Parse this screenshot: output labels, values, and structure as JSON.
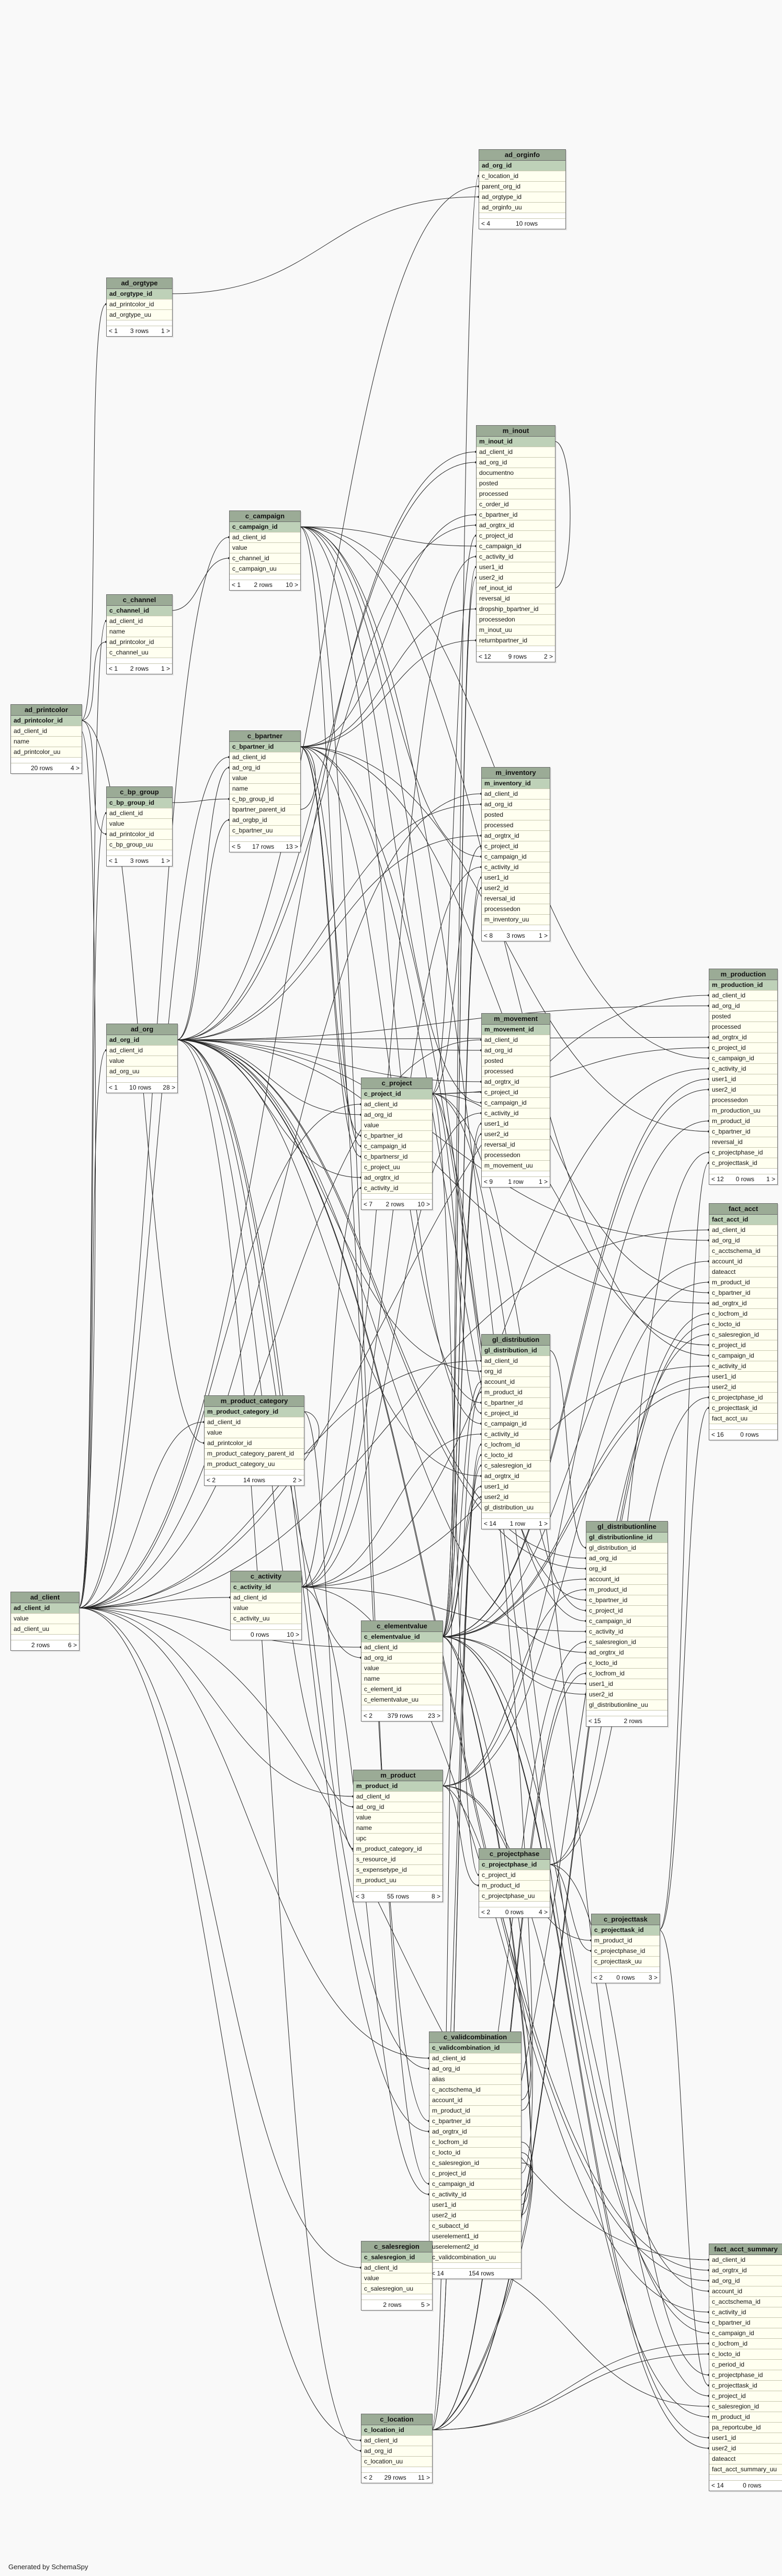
{
  "diagram": {
    "generator_note": "Generated by SchemaSpy",
    "tables": [
      {
        "name": "ad_orginfo",
        "pk": [
          "ad_org_id"
        ],
        "cols": [
          "c_location_id",
          "parent_org_id",
          "ad_orgtype_id",
          "ad_orginfo_uu"
        ],
        "footer": [
          "< 4",
          "10 rows",
          ""
        ]
      },
      {
        "name": "ad_orgtype",
        "pk": [
          "ad_orgtype_id"
        ],
        "cols": [
          "ad_printcolor_id",
          "ad_orgtype_uu"
        ],
        "footer": [
          "< 1",
          "3 rows",
          "1 >"
        ]
      },
      {
        "name": "c_campaign",
        "pk": [
          "c_campaign_id"
        ],
        "cols": [
          "ad_client_id",
          "value",
          "c_channel_id",
          "c_campaign_uu"
        ],
        "footer": [
          "< 1",
          "2 rows",
          "10 >"
        ]
      },
      {
        "name": "c_channel",
        "pk": [
          "c_channel_id"
        ],
        "cols": [
          "ad_client_id",
          "name",
          "ad_printcolor_id",
          "c_channel_uu"
        ],
        "footer": [
          "< 1",
          "2 rows",
          "1 >"
        ]
      },
      {
        "name": "ad_printcolor",
        "pk": [
          "ad_printcolor_id"
        ],
        "cols": [
          "ad_client_id",
          "name",
          "ad_printcolor_uu"
        ],
        "footer": [
          "",
          "20 rows",
          "4 >"
        ]
      },
      {
        "name": "c_bpartner",
        "pk": [
          "c_bpartner_id"
        ],
        "cols": [
          "ad_client_id",
          "ad_org_id",
          "value",
          "name",
          "c_bp_group_id",
          "bpartner_parent_id",
          "ad_orgbp_id",
          "c_bpartner_uu"
        ],
        "footer": [
          "< 5",
          "17 rows",
          "13 >"
        ]
      },
      {
        "name": "c_bp_group",
        "pk": [
          "c_bp_group_id"
        ],
        "cols": [
          "ad_client_id",
          "value",
          "ad_printcolor_id",
          "c_bp_group_uu"
        ],
        "footer": [
          "< 1",
          "3 rows",
          "1 >"
        ]
      },
      {
        "name": "m_inout",
        "pk": [
          "m_inout_id"
        ],
        "cols": [
          "ad_client_id",
          "ad_org_id",
          "documentno",
          "posted",
          "processed",
          "c_order_id",
          "c_bpartner_id",
          "ad_orgtrx_id",
          "c_project_id",
          "c_campaign_id",
          "c_activity_id",
          "user1_id",
          "user2_id",
          "ref_inout_id",
          "reversal_id",
          "dropship_bpartner_id",
          "processedon",
          "m_inout_uu",
          "returnbpartner_id"
        ],
        "footer": [
          "< 12",
          "9 rows",
          "2 >"
        ]
      },
      {
        "name": "m_inventory",
        "pk": [
          "m_inventory_id"
        ],
        "cols": [
          "ad_client_id",
          "ad_org_id",
          "posted",
          "processed",
          "ad_orgtrx_id",
          "c_project_id",
          "c_campaign_id",
          "c_activity_id",
          "user1_id",
          "user2_id",
          "reversal_id",
          "processedon",
          "m_inventory_uu"
        ],
        "footer": [
          "< 8",
          "3 rows",
          "1 >"
        ]
      },
      {
        "name": "m_production",
        "pk": [
          "m_production_id"
        ],
        "cols": [
          "ad_client_id",
          "ad_org_id",
          "posted",
          "processed",
          "ad_orgtrx_id",
          "c_project_id",
          "c_campaign_id",
          "c_activity_id",
          "user1_id",
          "user2_id",
          "processedon",
          "m_production_uu",
          "m_product_id",
          "c_bpartner_id",
          "reversal_id",
          "c_projectphase_id",
          "c_projecttask_id"
        ],
        "footer": [
          "< 12",
          "0 rows",
          "1 >"
        ]
      },
      {
        "name": "ad_org",
        "pk": [
          "ad_org_id"
        ],
        "cols": [
          "ad_client_id",
          "value",
          "ad_org_uu"
        ],
        "footer": [
          "< 1",
          "10 rows",
          "28 >"
        ]
      },
      {
        "name": "m_movement",
        "pk": [
          "m_movement_id"
        ],
        "cols": [
          "ad_client_id",
          "ad_org_id",
          "posted",
          "processed",
          "ad_orgtrx_id",
          "c_project_id",
          "c_campaign_id",
          "c_activity_id",
          "user1_id",
          "user2_id",
          "reversal_id",
          "processedon",
          "m_movement_uu"
        ],
        "footer": [
          "< 9",
          "1 row",
          "1 >"
        ]
      },
      {
        "name": "c_project",
        "pk": [
          "c_project_id"
        ],
        "cols": [
          "ad_client_id",
          "ad_org_id",
          "value",
          "c_bpartner_id",
          "c_campaign_id",
          "c_bpartnersr_id",
          "c_project_uu",
          "ad_orgtrx_id",
          "c_activity_id"
        ],
        "footer": [
          "< 7",
          "2 rows",
          "10 >"
        ]
      },
      {
        "name": "fact_acct",
        "pk": [
          "fact_acct_id"
        ],
        "cols": [
          "ad_client_id",
          "ad_org_id",
          "c_acctschema_id",
          "account_id",
          "dateacct",
          "m_product_id",
          "c_bpartner_id",
          "ad_orgtrx_id",
          "c_locfrom_id",
          "c_locto_id",
          "c_salesregion_id",
          "c_project_id",
          "c_campaign_id",
          "c_activity_id",
          "user1_id",
          "user2_id",
          "c_projectphase_id",
          "c_projecttask_id",
          "fact_acct_uu"
        ],
        "footer": [
          "< 16",
          "0 rows",
          ""
        ]
      },
      {
        "name": "gl_distribution",
        "pk": [
          "gl_distribution_id"
        ],
        "cols": [
          "ad_client_id",
          "org_id",
          "account_id",
          "m_product_id",
          "c_bpartner_id",
          "c_project_id",
          "c_campaign_id",
          "c_activity_id",
          "c_locfrom_id",
          "c_locto_id",
          "c_salesregion_id",
          "ad_orgtrx_id",
          "user1_id",
          "user2_id",
          "gl_distribution_uu"
        ],
        "footer": [
          "< 14",
          "1 row",
          "1 >"
        ]
      },
      {
        "name": "m_product_category",
        "pk": [
          "m_product_category_id"
        ],
        "cols": [
          "ad_client_id",
          "value",
          "ad_printcolor_id",
          "m_product_category_parent_id",
          "m_product_category_uu"
        ],
        "footer": [
          "< 2",
          "14 rows",
          "2 >"
        ]
      },
      {
        "name": "gl_distributionline",
        "pk": [
          "gl_distributionline_id"
        ],
        "cols": [
          "gl_distribution_id",
          "ad_org_id",
          "org_id",
          "account_id",
          "m_product_id",
          "c_bpartner_id",
          "c_project_id",
          "c_campaign_id",
          "c_activity_id",
          "c_salesregion_id",
          "ad_orgtrx_id",
          "c_locto_id",
          "c_locfrom_id",
          "user1_id",
          "user2_id",
          "gl_distributionline_uu"
        ],
        "footer": [
          "< 15",
          "2 rows",
          ""
        ]
      },
      {
        "name": "c_activity",
        "pk": [
          "c_activity_id"
        ],
        "cols": [
          "ad_client_id",
          "value",
          "c_activity_uu"
        ],
        "footer": [
          "",
          "0 rows",
          "10 >"
        ]
      },
      {
        "name": "c_elementvalue",
        "pk": [
          "c_elementvalue_id"
        ],
        "cols": [
          "ad_client_id",
          "ad_org_id",
          "value",
          "name",
          "c_element_id",
          "c_elementvalue_uu"
        ],
        "footer": [
          "< 2",
          "379 rows",
          "23 >"
        ]
      },
      {
        "name": "ad_client",
        "pk": [
          "ad_client_id"
        ],
        "cols": [
          "value",
          "ad_client_uu"
        ],
        "footer": [
          "",
          "2 rows",
          "6 >"
        ]
      },
      {
        "name": "m_product",
        "pk": [
          "m_product_id"
        ],
        "cols": [
          "ad_client_id",
          "ad_org_id",
          "value",
          "name",
          "upc",
          "m_product_category_id",
          "s_resource_id",
          "s_expensetype_id",
          "m_product_uu"
        ],
        "footer": [
          "< 3",
          "55 rows",
          "8 >"
        ]
      },
      {
        "name": "c_projectphase",
        "pk": [
          "c_projectphase_id"
        ],
        "cols": [
          "c_project_id",
          "m_product_id",
          "c_projectphase_uu"
        ],
        "footer": [
          "< 2",
          "0 rows",
          "4 >"
        ]
      },
      {
        "name": "c_projecttask",
        "pk": [
          "c_projecttask_id"
        ],
        "cols": [
          "m_product_id",
          "c_projectphase_id",
          "c_projecttask_uu"
        ],
        "footer": [
          "< 2",
          "0 rows",
          "3 >"
        ]
      },
      {
        "name": "c_validcombination",
        "pk": [
          "c_validcombination_id"
        ],
        "cols": [
          "ad_client_id",
          "ad_org_id",
          "alias",
          "c_acctschema_id",
          "account_id",
          "m_product_id",
          "c_bpartner_id",
          "ad_orgtrx_id",
          "c_locfrom_id",
          "c_locto_id",
          "c_salesregion_id",
          "c_project_id",
          "c_campaign_id",
          "c_activity_id",
          "user1_id",
          "user2_id",
          "c_subacct_id",
          "userelement1_id",
          "userelement2_id",
          "c_validcombination_uu"
        ],
        "footer": [
          "< 14",
          "154 rows",
          ""
        ]
      },
      {
        "name": "c_salesregion",
        "pk": [
          "c_salesregion_id"
        ],
        "cols": [
          "ad_client_id",
          "value",
          "c_salesregion_uu"
        ],
        "footer": [
          "",
          "2 rows",
          "5 >"
        ]
      },
      {
        "name": "fact_acct_summary",
        "pk": [],
        "cols": [
          "ad_client_id",
          "ad_orgtrx_id",
          "ad_org_id",
          "account_id",
          "c_acctschema_id",
          "c_activity_id",
          "c_bpartner_id",
          "c_campaign_id",
          "c_locfrom_id",
          "c_locto_id",
          "c_period_id",
          "c_projectphase_id",
          "c_projecttask_id",
          "c_project_id",
          "c_salesregion_id",
          "m_product_id",
          "pa_reportcube_id",
          "user1_id",
          "user2_id",
          "dateacct",
          "fact_acct_summary_uu"
        ],
        "footer": [
          "< 14",
          "0 rows",
          ""
        ]
      },
      {
        "name": "c_location",
        "pk": [
          "c_location_id"
        ],
        "cols": [
          "ad_client_id",
          "ad_org_id",
          "c_location_uu"
        ],
        "footer": [
          "< 2",
          "29 rows",
          "11 >"
        ]
      }
    ]
  }
}
